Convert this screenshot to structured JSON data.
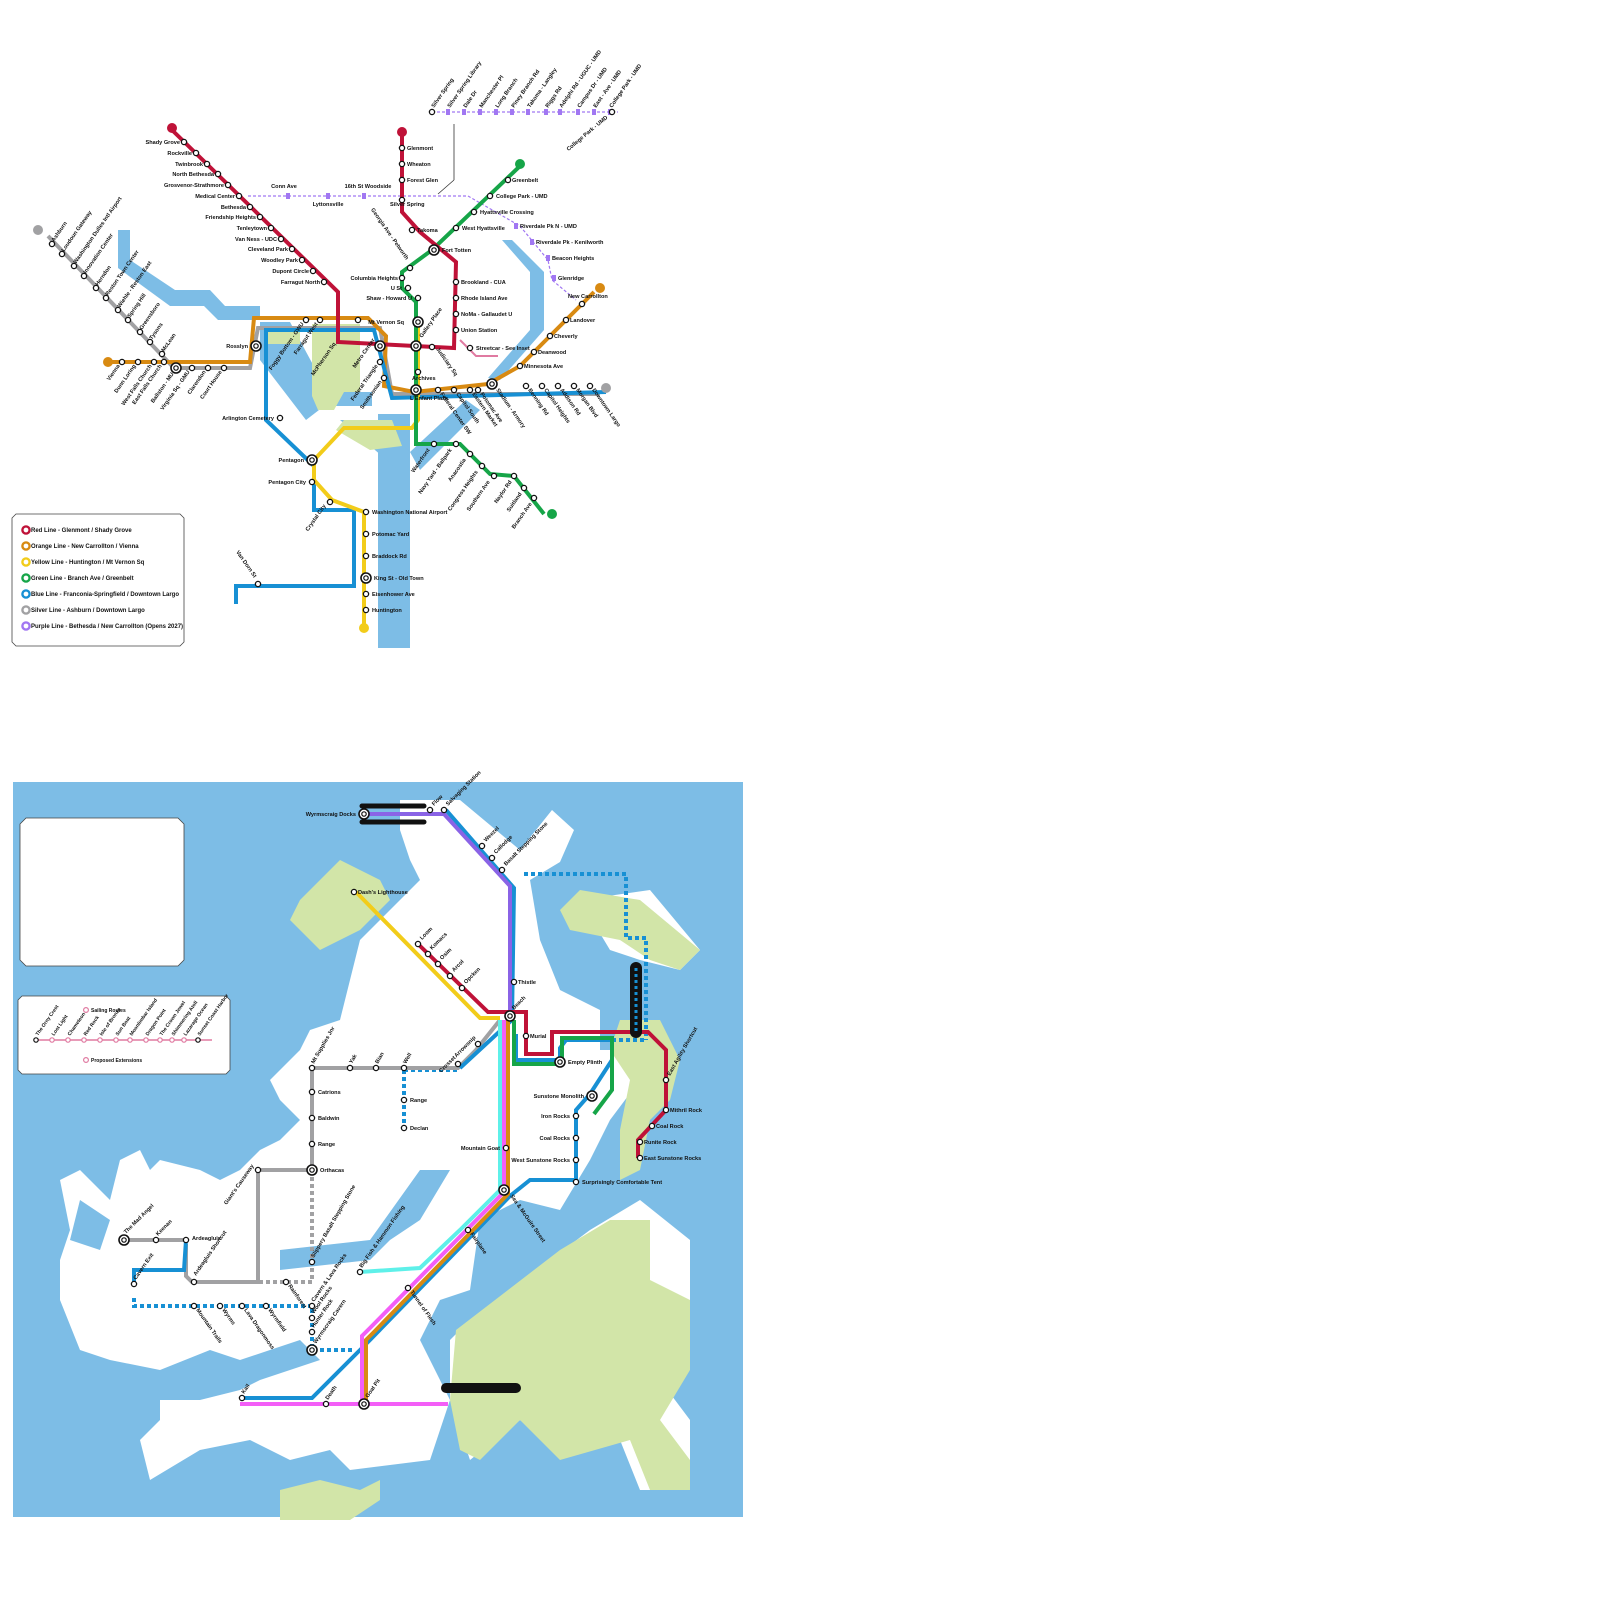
{
  "colors": {
    "water": "#7dbde6",
    "park": "#d2e5a8",
    "land": "#ffffff",
    "red": "#bf1238",
    "orange": "#d88a12",
    "yellow": "#f2cc1a",
    "green": "#16a548",
    "blue": "#1790d4",
    "silver": "#a1a1a3",
    "purple": "#a177f2",
    "cyan": "#5ef0e9",
    "magenta": "#f35ef7",
    "violet": "#8a63e6",
    "pink": "#e07aa1"
  },
  "dc_map": {
    "stations": {
      "red": [
        "Shady Grove",
        "Rockville",
        "Twinbrook",
        "North Bethesda",
        "Grosvenor-Strathmore",
        "Medical Center",
        "Bethesda",
        "Friendship Heights",
        "Tenleytown",
        "Van Ness - UDC",
        "Cleveland Park",
        "Woodley Park",
        "Dupont Circle",
        "Farragut North",
        "Metro Center",
        "Gallery Place",
        "Judiciary Sq",
        "Union Station",
        "NoMa - Gallaudet U",
        "Rhode Island Ave",
        "Brookland - CUA",
        "Fort Totten",
        "Takoma",
        "Silver Spring",
        "Forest Glen",
        "Wheaton",
        "Glenmont"
      ],
      "orange_west": [
        "Vienna",
        "Dunn Loring",
        "West Falls Church",
        "East Falls Church",
        "Ballston - MU",
        "Virginia Sq - GMU",
        "Clarendon",
        "Court House",
        "Rosslyn"
      ],
      "core_top": [
        "Foggy Bottom - GWU",
        "Farragut West",
        "McPherson Sq"
      ],
      "core_south": [
        "Federal Triangle",
        "Smithsonian",
        "L'Enfant Plaza",
        "Federal Center SW",
        "Capitol South",
        "Eastern Market",
        "Potomac Ave",
        "Stadium - Armory"
      ],
      "orange_east": [
        "Minnesota Ave",
        "Deanwood",
        "Cheverly",
        "Landover",
        "New Carrollton"
      ],
      "silver_west": [
        "Ashburn",
        "Loudoun Gateway",
        "Washington Dulles Intl Airport",
        "Innovation Center",
        "Herndon",
        "Reston Town Center",
        "Wiehle - Reston East",
        "Spring Hill",
        "Greensboro",
        "Tysons",
        "McLean"
      ],
      "silver_east": [
        "Benning Rd",
        "Capitol Heights",
        "Addison Rd",
        "Morgan Blvd",
        "Downtown Largo"
      ],
      "blue_south": [
        "Arlington Cemetery",
        "Pentagon",
        "Pentagon City",
        "Crystal City",
        "Van Dorn St"
      ],
      "yellow_south": [
        "Washington National Airport",
        "Potomac Yard",
        "Braddock Rd",
        "King St - Old Town",
        "Eisenhower Ave",
        "Huntington",
        "Archives",
        "Mt Vernon Sq"
      ],
      "green": [
        "Greenbelt",
        "College Park - UMD",
        "Hyattsville Crossing",
        "West Hyattsville",
        "Georgia Ave - Petworth",
        "Columbia Heights",
        "U St",
        "Shaw - Howard U",
        "Waterfront",
        "Navy Yard - Ballpark",
        "Anacostia",
        "Congress Heights",
        "Southern Ave",
        "Naylor Rd",
        "Suitland",
        "Branch Ave"
      ],
      "purple": [
        "Conn Ave",
        "Lyttonsville",
        "16th St Woodside",
        "Silver Spring",
        "Silver Spring Library",
        "Dale Dr",
        "Manchester Pl",
        "Long Branch",
        "Piney Branch Rd",
        "Takoma - Langley",
        "Riggs Rd",
        "Adelphi Rd - UGUC - UMD",
        "Campus Dr - UMD",
        "East - Ave - UMD",
        "College Park - UMD",
        "Riverdale Pk N - UMD",
        "Riverdale Pk - Kenilworth",
        "Beacon Heights",
        "Glenridge"
      ],
      "streetcar": "Streetcar - See Inset"
    },
    "legend": [
      {
        "color": "red",
        "label": "Red Line - Glenmont / Shady Grove"
      },
      {
        "color": "orange",
        "label": "Orange Line - New Carrollton / Vienna"
      },
      {
        "color": "yellow",
        "label": "Yellow Line - Huntington / Mt Vernon Sq"
      },
      {
        "color": "green",
        "label": "Green Line - Branch Ave / Greenbelt"
      },
      {
        "color": "blue",
        "label": "Blue Line - Franconia-Springfield / Downtown Largo"
      },
      {
        "color": "silver",
        "label": "Silver Line - Ashburn / Downtown Largo"
      },
      {
        "color": "purple",
        "label": "Purple Line - Bethesda / New Carrollton (Opens 2027)"
      }
    ]
  },
  "fantasy_map": {
    "stations": {
      "north": [
        "Wyrmscraig Docks",
        "Flow",
        "Salvaging Station",
        "Weezel",
        "Callodge",
        "Basalt Stepping Stone",
        "Thistle",
        "Dash's Lighthouse"
      ],
      "red_west": [
        "Loom",
        "Komacs",
        "Osim",
        "Arcol",
        "Opcken"
      ],
      "center": [
        "Beach",
        "Murial",
        "Arrowsnip",
        "Crosset",
        "Empty Plinth",
        "Sunstone Monolith",
        "Iron Rocks",
        "Coal Rocks",
        "West Sunstone Rocks",
        "Surprisingly Comfortable Tent",
        "Mountain Goat"
      ],
      "east": [
        "East Agility Shortcut",
        "Mithril Rock",
        "Coal Rock",
        "Runite Rock",
        "East Sunstone Rocks"
      ],
      "grey": [
        "Mt Supplies Jnr",
        "Yak",
        "Bian",
        "Well",
        "Catrions",
        "Baldwin",
        "Range",
        "Orthacas",
        "Range",
        "Declan"
      ],
      "southwest": [
        "Giant's Causeway",
        "The Mad Angel",
        "Keenan",
        "Ardeagluis",
        "Ardeagluis Shortcut",
        "Cavern Exit",
        "Mountain Trails",
        "Wyrms",
        "Lava Dragonmoss",
        "Wyrmfield",
        "Slippery Basalt Stepping Stone",
        "Cavern & Lava Rocks",
        "Wool Rocks",
        "Hunter Rock",
        "Wyrmscraig Cavern",
        "Rainforest"
      ],
      "south": [
        "Sea & McGuire Street",
        "Fairplane",
        "Tunnel of Flesh",
        "Big Fish & Hammon Fishing",
        "Death",
        "Goat Pit",
        "Kail"
      ]
    },
    "legend": {
      "stations": [
        "The Orny Crest",
        "Lost Light",
        "Chameleon",
        "Red Rock",
        "Isle of Bronze",
        "Sun Boat",
        "Moonlimbar Island",
        "Dragon Point",
        "The Crown Jewel",
        "Shimmering Atoll",
        "Lazarage Ocean",
        "Sunset Coast Harbor"
      ],
      "sailing_routes": "Sailing Routes",
      "proposed": "Proposed Extensions",
      "trailing": "Sunset Coast Harbor"
    }
  }
}
